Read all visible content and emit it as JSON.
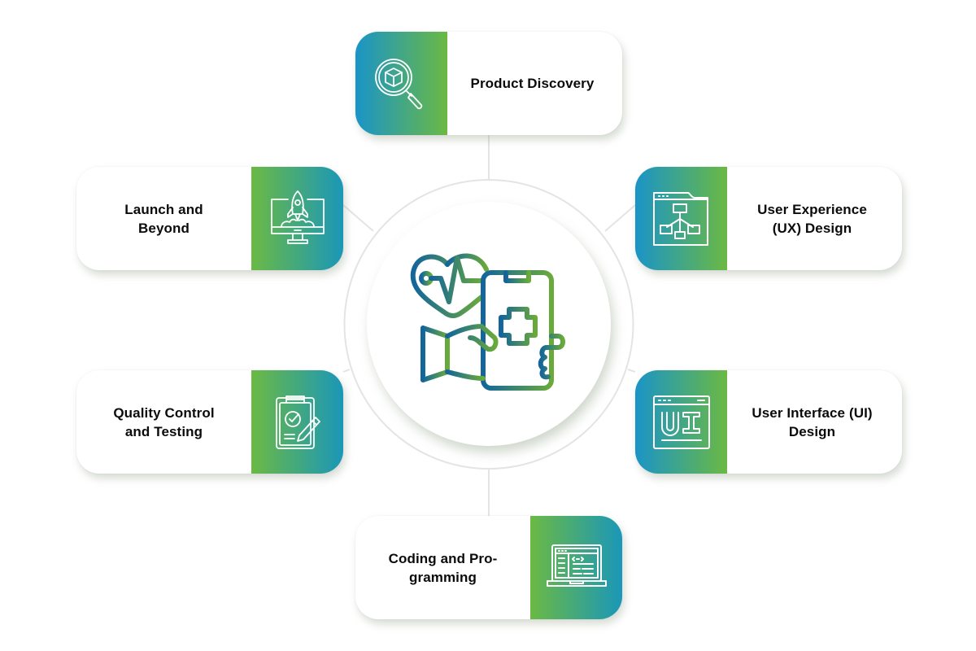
{
  "diagram": {
    "center": {
      "icon": "mobile-health-app-icon"
    },
    "colors": {
      "gradient_blue": "#1a94c7",
      "gradient_green": "#6bb944",
      "icon_blue": "#13659b",
      "icon_green": "#6aaa3a",
      "text": "#0b0b0b",
      "connector": "#e2e2e2"
    },
    "stages": [
      {
        "id": "product-discovery",
        "label": "Product Discovery",
        "icon": "magnifier-cube-icon"
      },
      {
        "id": "ux-design",
        "label_line1": "User Experience",
        "label_line2": "(UX) Design",
        "icon": "sitemap-window-icon"
      },
      {
        "id": "ui-design",
        "label_line1": "User Interface (UI)",
        "label_line2": "Design",
        "icon": "ui-window-icon"
      },
      {
        "id": "coding",
        "label_line1": "Coding and Pro-",
        "label_line2": "gramming",
        "icon": "laptop-code-icon"
      },
      {
        "id": "quality-control",
        "label_line1": "Quality Control",
        "label_line2": "and Testing",
        "icon": "clipboard-check-icon"
      },
      {
        "id": "launch",
        "label_line1": "Launch and",
        "label_line2": "Beyond",
        "icon": "rocket-monitor-icon"
      }
    ]
  }
}
